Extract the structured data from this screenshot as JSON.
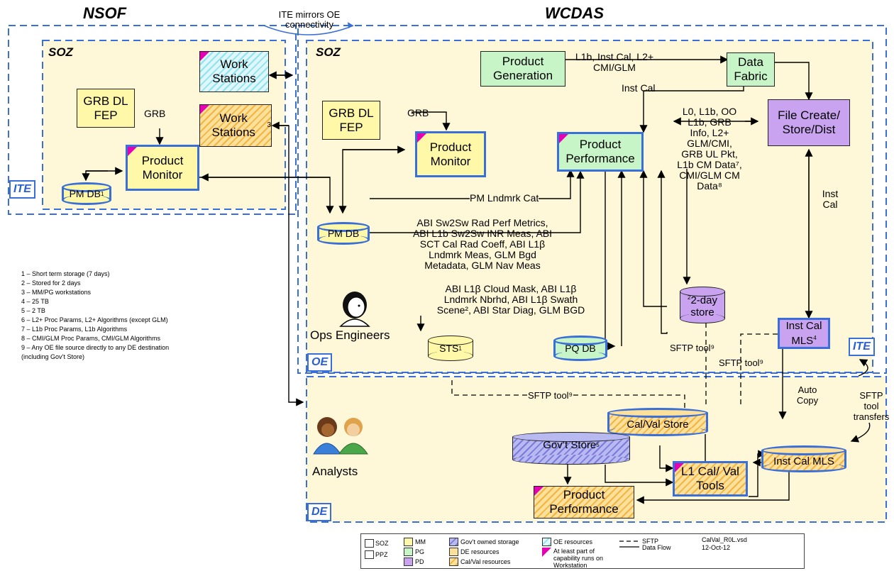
{
  "titles": {
    "nsof": "NSOF",
    "wcdas": "WCDAS",
    "ite_mirror": "ITE mirrors OE connectivity"
  },
  "zones": {
    "soz_left": "SOZ",
    "soz_right": "SOZ",
    "ite_left": "ITE",
    "ite_right": "ITE",
    "oe": "OE",
    "de": "DE"
  },
  "nodes": {
    "grb_fep_left": "GRB DL FEP",
    "grb_fep_right": "GRB DL FEP",
    "work_stations_top": "Work Stations",
    "work_stations_bottom": "Work Stations",
    "work_stations_sup": "3",
    "product_monitor_left": "Product Monitor",
    "product_monitor_right": "Product Monitor",
    "product_generation": "Product Generation",
    "data_fabric": "Data Fabric",
    "product_performance": "Product Performance",
    "file_create": "File Create/ Store/Dist",
    "pm_db_left": "PM DB",
    "pm_db_left_sup": "1",
    "pm_db_right": "PM DB",
    "store_2day": "2-day store",
    "store_2day_sup": "2",
    "inst_cal_mls_oe": "Inst Cal MLS",
    "inst_cal_mls_oe_sup": "4",
    "sts": "STS",
    "sts_sup": "1",
    "pq_db": "PQ DB",
    "ops_engineers": "Ops Engineers",
    "analysts": "Analysts",
    "cal_val_store": "Cal/Val Store",
    "gov_store": "Gov’t Store",
    "gov_store_sup": "5",
    "inst_cal_mls_de": "Inst Cal MLS",
    "l1_cal_val_tools": "L1 Cal/ Val Tools",
    "product_performance_de": "Product Performance"
  },
  "edge_labels": {
    "grb_left": "GRB",
    "grb_right": "GRB",
    "pg_to_fabric": "L1b, Inst Cal, L2+ CMI/GLM",
    "inst_cal_top": "Inst Cal",
    "l0_block": [
      "L0, L1b, OO",
      "L1b, GRB",
      "Info, L2+",
      "GLM/CMI,",
      "GRB UL Pkt,",
      "L1b CM Data⁷,",
      "CMI/GLM CM",
      "Data⁸"
    ],
    "inst_cal_right": [
      "Inst",
      "Cal"
    ],
    "pm_lndmrk": "PM Lndmrk Cat",
    "abi_block": [
      "ABI Sw2Sw Rad Perf Metrics,",
      "ABI L1b Sw2Sw INR Meas, ABI",
      "SCT Cal Rad Coeff, ABI L1β",
      "Lndmrk Meas, GLM Bgd",
      "Metadata, GLM Nav Meas"
    ],
    "cloud_block": [
      "ABI L1β Cloud Mask, ABI L1β",
      "Lndmrk Nbrhd, ABI L1β Swath",
      "Scene², ABI Star Diag, GLM BGD"
    ],
    "sftp_1": "SFTP tool⁹",
    "sftp_2": "SFTP tool⁹",
    "sftp_3": "SFTP tool⁹",
    "auto_copy": [
      "Auto",
      "Copy"
    ],
    "sftp_transfers": [
      "SFTP",
      "tool",
      "transfers"
    ]
  },
  "notes": [
    "1 – Short term storage (7 days)",
    "2 – Stored for 2 days",
    "3 – MM/PG workstations",
    "4 – 25 TB",
    "5 – 2 TB",
    "6 – L2+ Proc Params, L2+ Algorithms (except GLM)",
    "7 – L1b Proc Params, L1b Algorithms",
    "8 – CMI/GLM Proc Params, CMI/GLM Algorithms",
    "9 – Any OE file source directly to any DE destination",
    "(including Gov’t Store)"
  ],
  "legend": {
    "soz": "SOZ",
    "ppz": "PPZ",
    "mm": "MM",
    "pg": "PG",
    "pd": "PD",
    "gov_storage": "Gov’t owned storage",
    "de_resources": "DE resources",
    "calval_resources": "Cal/Val resources",
    "oe_resources": "OE resources",
    "workstation": [
      "At least part of",
      "capability runs on",
      "Workstation"
    ],
    "sftp": "SFTP",
    "data_flow": "Data Flow",
    "file": "CalVal_R0L.vsd",
    "date": "12-Oct-12"
  },
  "colors": {
    "zone_border": "#3a6fd8",
    "yellow": "#fff8a8",
    "green": "#c8f5c8",
    "purple": "#c9a3f0",
    "workstation_marker": "#e600b4"
  }
}
